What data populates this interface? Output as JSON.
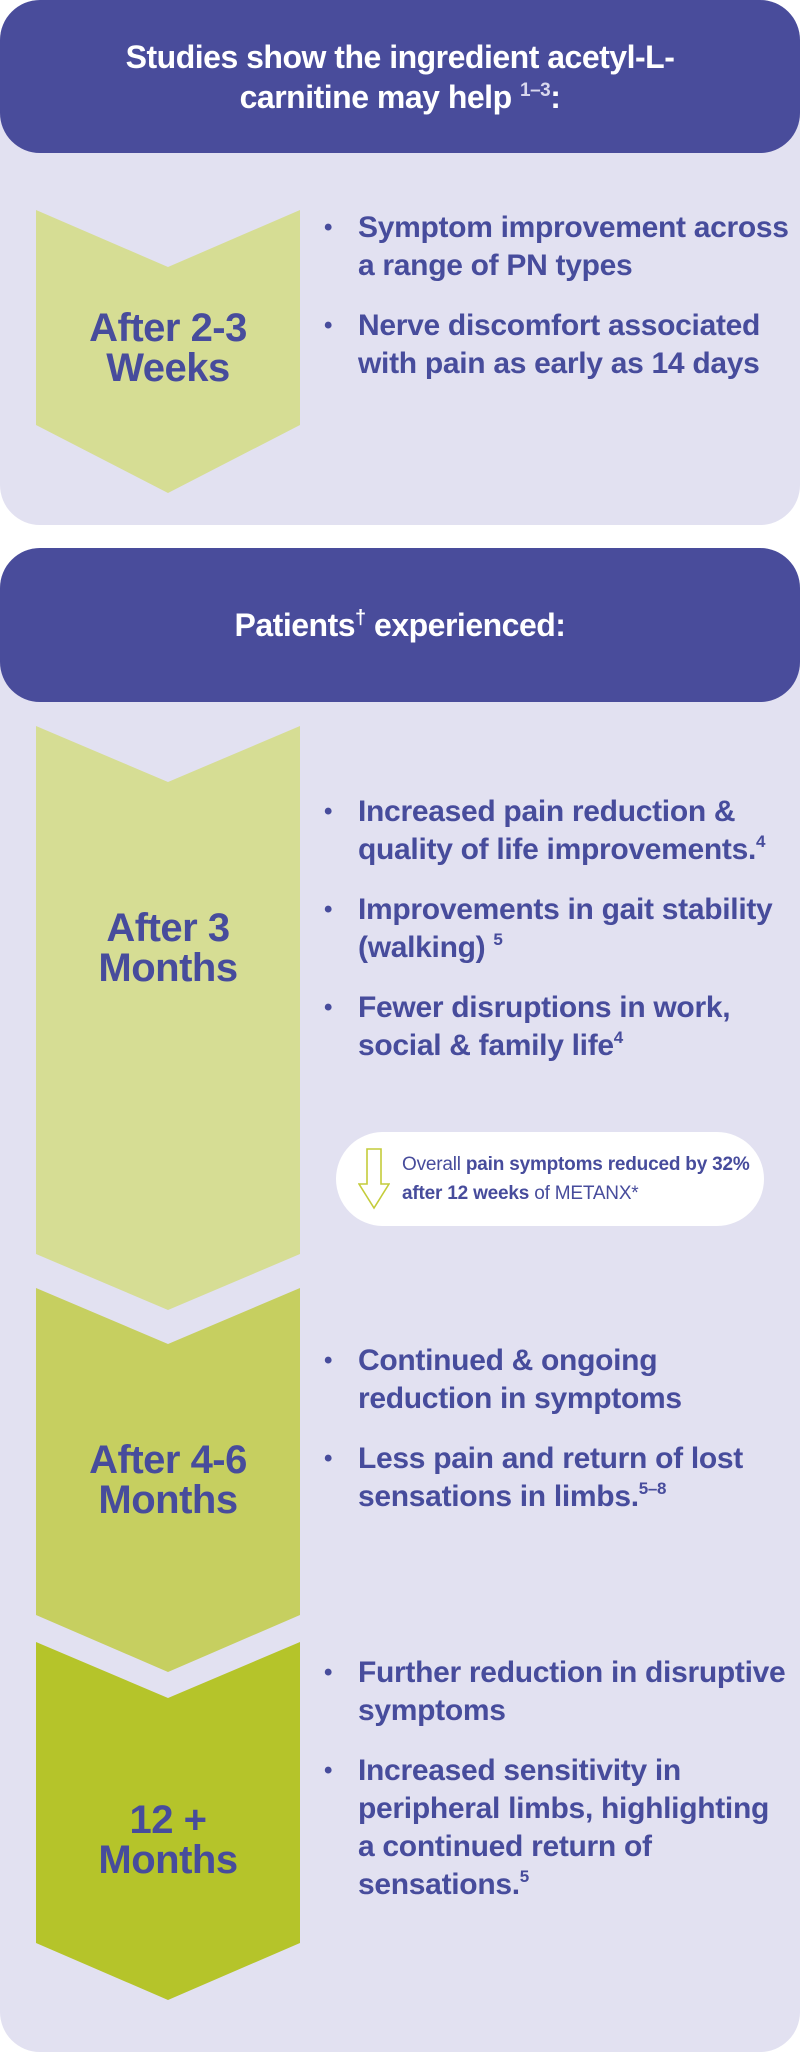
{
  "colors": {
    "header_purple": "#494c9b",
    "card_lavender": "#e2e1f1",
    "text_purple": "#474c9c",
    "chevron_stage_1": "#d6dd94",
    "chevron_stage_2": "#d6dd94",
    "chevron_stage_3": "#c6cf60",
    "chevron_stage_4": "#b5c42a",
    "callout_arrow": "#c4cc3a",
    "white": "#ffffff"
  },
  "section1": {
    "header": {
      "title": "Studies show the ingredient acetyl-L-carnitine may help",
      "superscript": "1–3",
      "suffix": ":"
    },
    "stage": {
      "label_line1": "After 2-3",
      "label_line2": "Weeks",
      "bullets": [
        {
          "text": "Symptom improvement across a range of PN types",
          "sup": ""
        },
        {
          "text": "Nerve discomfort associated with pain as early as 14 days",
          "sup": ""
        }
      ]
    }
  },
  "section2": {
    "header": {
      "title_prefix": "Patients",
      "superscript": "†",
      "title_suffix": " experienced:"
    },
    "stages": [
      {
        "label_line1": "After 3",
        "label_line2": "Months",
        "bullets": [
          {
            "text": "Increased pain reduction & quality of life improvements.",
            "sup": "4"
          },
          {
            "text": "Improvements in gait stability (walking) ",
            "sup": "5"
          },
          {
            "text": "Fewer disruptions in work, social & family life",
            "sup": "4"
          }
        ],
        "callout": {
          "icon": "down-arrow-icon",
          "prefix": "Overall ",
          "bold": "pain symptoms reduced by 32% after 12 weeks",
          "suffix": " of METANX*"
        }
      },
      {
        "label_line1": "After 4-6",
        "label_line2": "Months",
        "bullets": [
          {
            "text": "Continued & ongoing reduction in symptoms",
            "sup": ""
          },
          {
            "text": "Less pain and return of lost sensations in limbs.",
            "sup": "5–8"
          }
        ]
      },
      {
        "label_line1": "12 +",
        "label_line2": "Months",
        "bullets": [
          {
            "text": "Further reduction in disruptive symptoms",
            "sup": ""
          },
          {
            "text": "Increased sensitivity in peripheral limbs, highlighting a continued return of sensations.",
            "sup": "5"
          }
        ]
      }
    ]
  }
}
